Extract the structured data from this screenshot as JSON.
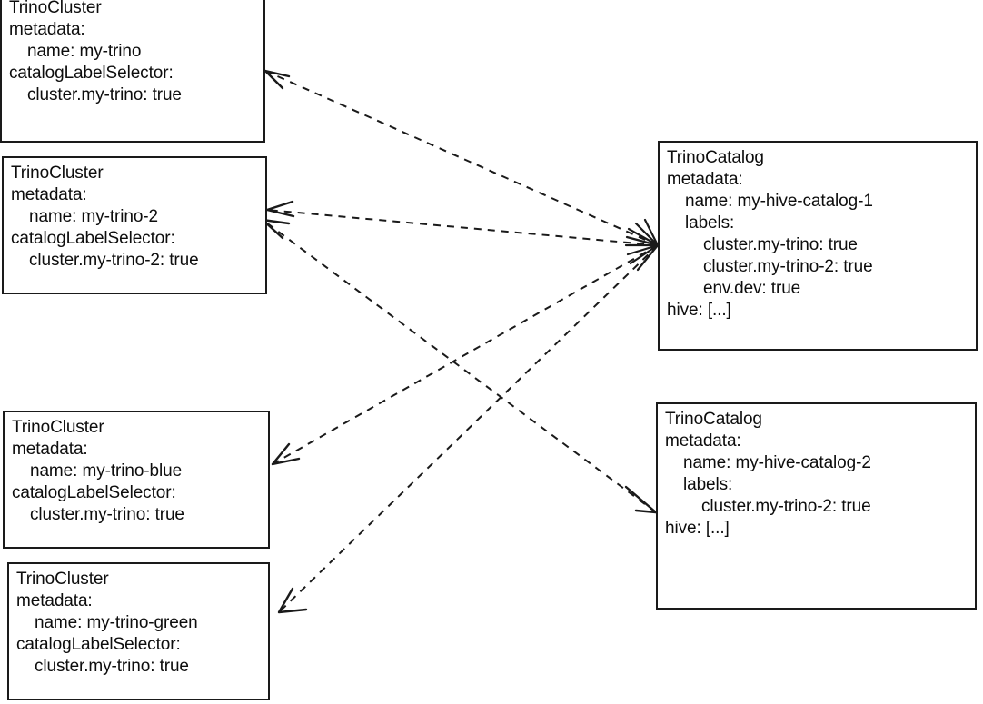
{
  "diagram": {
    "title": "TrinoCluster catalogLabelSelector to TrinoCatalog labels mapping",
    "background_color": "#ffffff",
    "stroke_color": "#1a1a1a",
    "text_color": "#0d0d0d",
    "edge_style": "dashed"
  },
  "nodes": [
    {
      "id": "trinocluster-my-trino",
      "kind": "TrinoCluster",
      "name": "my-trino",
      "lines": [
        {
          "text": "TrinoCluster",
          "indent": 0
        },
        {
          "text": "metadata:",
          "indent": 0
        },
        {
          "text": "name: my-trino",
          "indent": 1
        },
        {
          "text": "catalogLabelSelector:",
          "indent": 0
        },
        {
          "text": "cluster.my-trino: true",
          "indent": 1
        }
      ]
    },
    {
      "id": "trinocluster-my-trino-2",
      "kind": "TrinoCluster",
      "name": "my-trino-2",
      "lines": [
        {
          "text": "TrinoCluster",
          "indent": 0
        },
        {
          "text": "metadata:",
          "indent": 0
        },
        {
          "text": "name: my-trino-2",
          "indent": 1
        },
        {
          "text": "catalogLabelSelector:",
          "indent": 0
        },
        {
          "text": "cluster.my-trino-2: true",
          "indent": 1
        }
      ]
    },
    {
      "id": "trinocluster-my-trino-blue",
      "kind": "TrinoCluster",
      "name": "my-trino-blue",
      "lines": [
        {
          "text": "TrinoCluster",
          "indent": 0
        },
        {
          "text": "metadata:",
          "indent": 0
        },
        {
          "text": "name: my-trino-blue",
          "indent": 1
        },
        {
          "text": "catalogLabelSelector:",
          "indent": 0
        },
        {
          "text": "cluster.my-trino: true",
          "indent": 1
        }
      ]
    },
    {
      "id": "trinocluster-my-trino-green",
      "kind": "TrinoCluster",
      "name": "my-trino-green",
      "lines": [
        {
          "text": "TrinoCluster",
          "indent": 0
        },
        {
          "text": "metadata:",
          "indent": 0
        },
        {
          "text": "name: my-trino-green",
          "indent": 1
        },
        {
          "text": "catalogLabelSelector:",
          "indent": 0
        },
        {
          "text": "cluster.my-trino: true",
          "indent": 1
        }
      ]
    },
    {
      "id": "trinocatalog-my-hive-catalog-1",
      "kind": "TrinoCatalog",
      "name": "my-hive-catalog-1",
      "lines": [
        {
          "text": "TrinoCatalog",
          "indent": 0
        },
        {
          "text": "metadata:",
          "indent": 0
        },
        {
          "text": "name: my-hive-catalog-1",
          "indent": 1
        },
        {
          "text": "labels:",
          "indent": 1
        },
        {
          "text": "cluster.my-trino: true",
          "indent": 2
        },
        {
          "text": "cluster.my-trino-2: true",
          "indent": 2
        },
        {
          "text": "env.dev: true",
          "indent": 2
        },
        {
          "text": "hive: [...]",
          "indent": 0
        }
      ]
    },
    {
      "id": "trinocatalog-my-hive-catalog-2",
      "kind": "TrinoCatalog",
      "name": "my-hive-catalog-2",
      "lines": [
        {
          "text": "TrinoCatalog",
          "indent": 0
        },
        {
          "text": "metadata:",
          "indent": 0
        },
        {
          "text": "name: my-hive-catalog-2",
          "indent": 1
        },
        {
          "text": "labels:",
          "indent": 1
        },
        {
          "text": "cluster.my-trino-2: true",
          "indent": 2
        },
        {
          "text": "hive: [...]",
          "indent": 0
        }
      ]
    }
  ],
  "edges": [
    {
      "id": "edge-catalog1-to-my-trino",
      "from": "trinocatalog-my-hive-catalog-1",
      "to": "trinocluster-my-trino"
    },
    {
      "id": "edge-catalog1-to-my-trino-2",
      "from": "trinocatalog-my-hive-catalog-1",
      "to": "trinocluster-my-trino-2"
    },
    {
      "id": "edge-catalog1-to-my-trino-blue",
      "from": "trinocatalog-my-hive-catalog-1",
      "to": "trinocluster-my-trino-blue"
    },
    {
      "id": "edge-catalog1-to-my-trino-green",
      "from": "trinocatalog-my-hive-catalog-1",
      "to": "trinocluster-my-trino-green"
    },
    {
      "id": "edge-my-trino-2-to-catalog2",
      "from": "trinocluster-my-trino-2",
      "to": "trinocatalog-my-hive-catalog-2"
    },
    {
      "id": "edge-catalog2-to-my-trino-2",
      "from": "trinocatalog-my-hive-catalog-2",
      "to": "trinocluster-my-trino-2"
    }
  ]
}
